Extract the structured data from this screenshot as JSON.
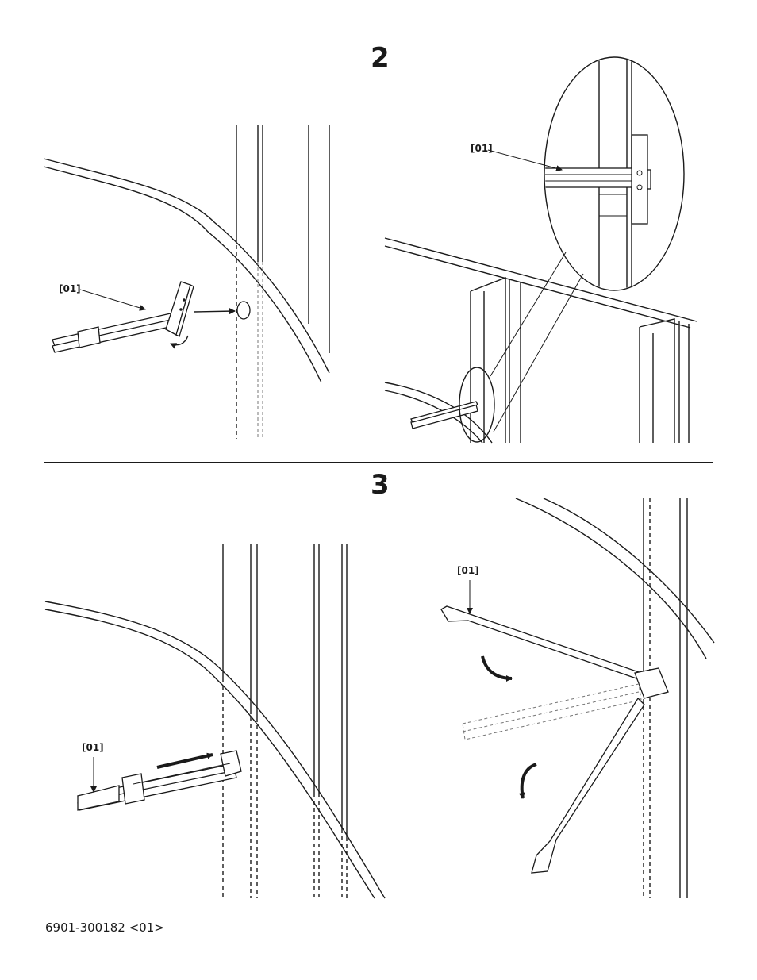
{
  "steps": [
    {
      "number": "2"
    },
    {
      "number": "3"
    }
  ],
  "callouts": {
    "step2_left": "[01]",
    "step2_detail": "[01]",
    "step3_left": "[01]",
    "step3_right": "[01]"
  },
  "footer": {
    "document_code": "6901-300182 <01>"
  },
  "colors": {
    "ink": "#1a1a1a",
    "background": "#ffffff"
  }
}
